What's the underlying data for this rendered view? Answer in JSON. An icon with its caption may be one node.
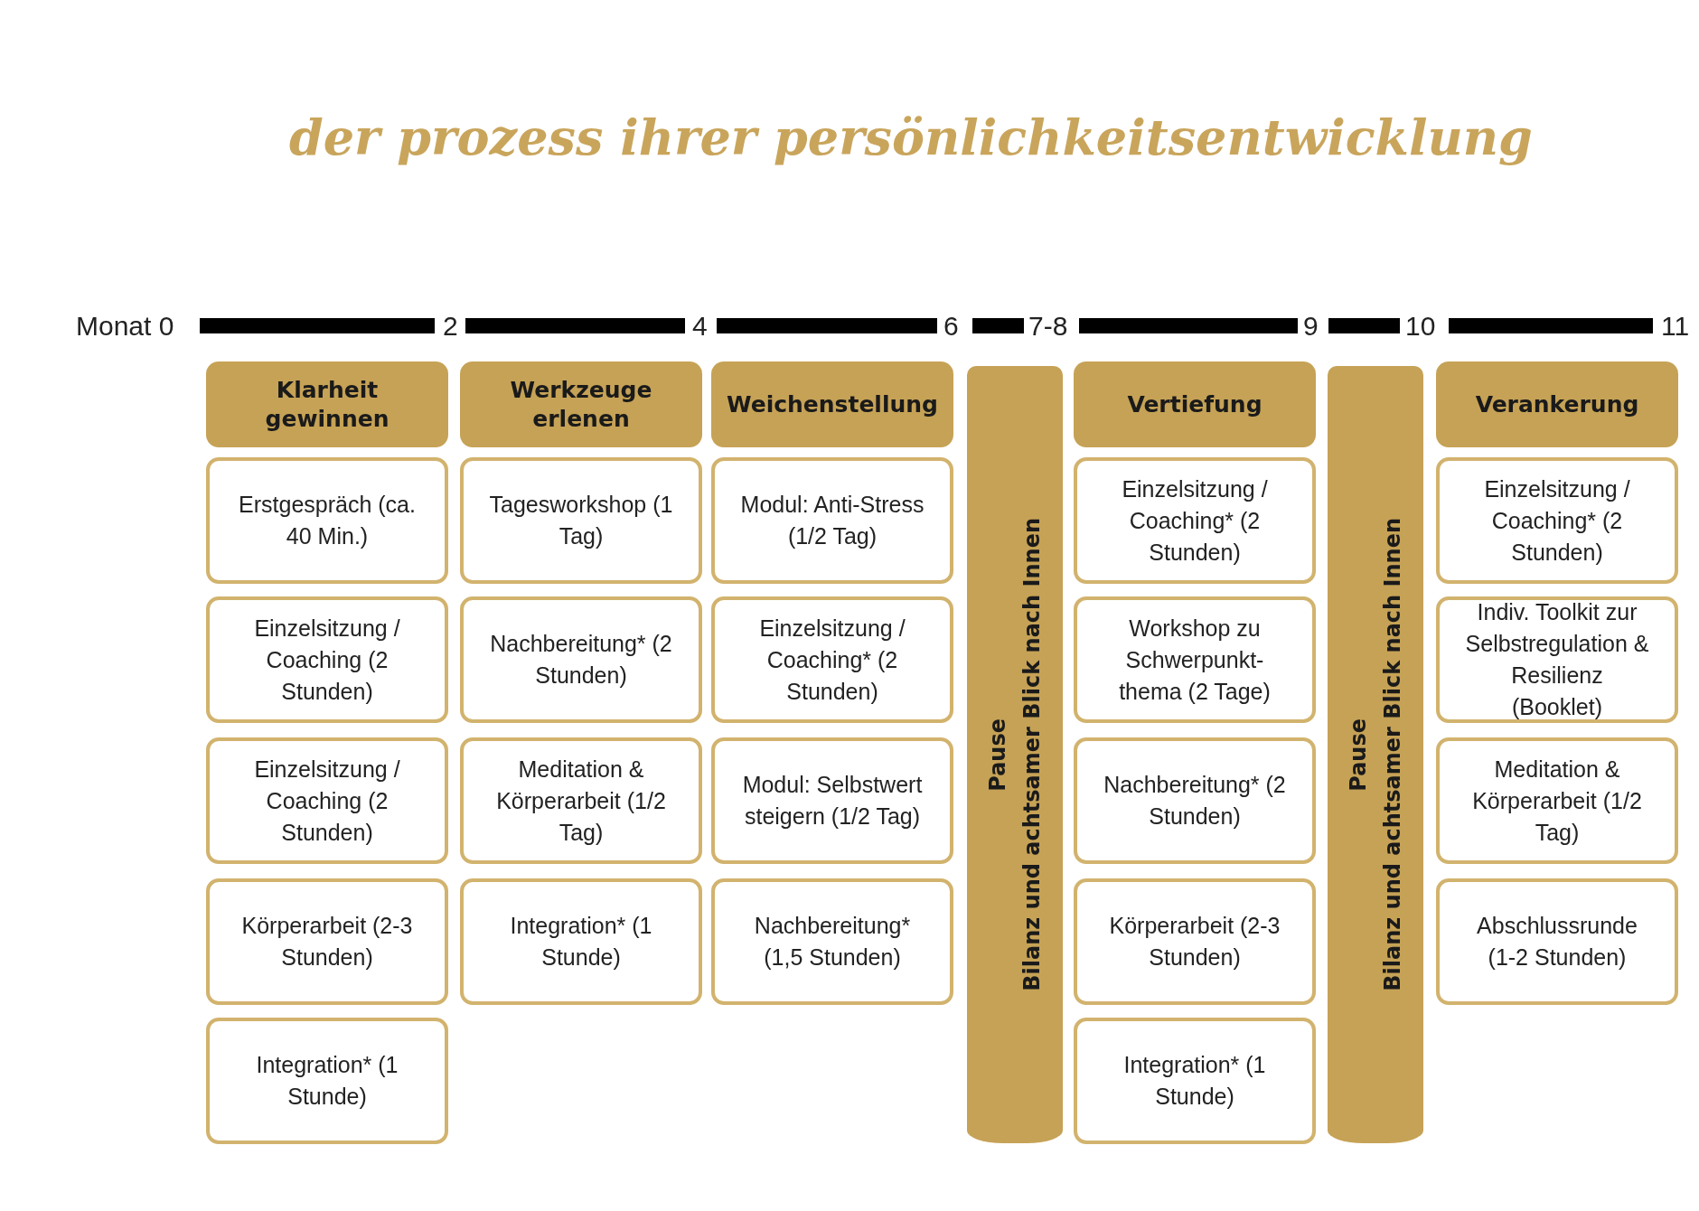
{
  "diagram": {
    "title": "der prozess ihrer persönlichkeitsentwicklung",
    "nodes": [
      {
        "text": [
          "Klarheit gewinnen"
        ]
      },
      {
        "text": [
          "Erstgespräch (ca. 40 Min.)"
        ]
      },
      {
        "text": [
          "Einzelsitzung / Coaching (2 Stunden)"
        ]
      },
      {
        "text": [
          "Einzelsitzung / Coaching (2 Stunden)"
        ]
      },
      {
        "text": [
          "Körperarbeit (2-3 Stunden)"
        ]
      },
      {
        "text": [
          "Integration* (1 Stunde)"
        ]
      },
      {
        "text": [
          "Werkzeuge erlenen"
        ]
      },
      {
        "text": [
          "Tagesworkshop (1 Tag)"
        ]
      },
      {
        "text": [
          "Nachbereitung* (2 Stunden)"
        ]
      },
      {
        "text": [
          "Meditation & Körperarbeit (1/2 Tag)"
        ]
      },
      {
        "text": [
          "Integration* (1 Stunde)"
        ]
      },
      {
        "text": [
          "Weichenstellung"
        ]
      },
      {
        "text": [
          "Modul: Anti-Stress (1/2 Tag)"
        ]
      },
      {
        "text": [
          "Einzelsitzung / Coaching* (2 Stunden)"
        ]
      },
      {
        "text": [
          "Modul: Selbstwert steigern (1/2 Tag)"
        ]
      },
      {
        "text": [
          "Nachbereitung* (1,5 Stunden)"
        ]
      },
      {
        "text": [
          "Pause",
          "Bilanz und achtsamer Blick nach Innen"
        ]
      },
      {
        "text": [
          "Vertiefung"
        ]
      },
      {
        "text": [
          "Einzelsitzung / Coaching* (2 Stunden)"
        ]
      },
      {
        "text": [
          "Workshop zu Schwerpunkt-thema (2 Tage)"
        ]
      },
      {
        "text": [
          "Nachbereitung* (2 Stunden)"
        ]
      },
      {
        "text": [
          "Körperarbeit (2-3 Stunden)"
        ]
      },
      {
        "text": [
          "Integration* (1 Stunde)"
        ]
      },
      {
        "text": [
          "Pause",
          "Bilanz und achtsamer Blick nach Innen"
        ]
      },
      {
        "text": [
          "Verankerung"
        ]
      },
      {
        "text": [
          "Einzelsitzung / Coaching* (2 Stunden)"
        ]
      },
      {
        "text": [
          "Indiv. Toolkit zur Selbstregulation & Resilienz (Booklet)"
        ]
      },
      {
        "text": [
          "Meditation & Körperarbeit (1/2 Tag)"
        ]
      },
      {
        "text": [
          "Abschlussrunde (1-2 Stunden)"
        ]
      }
    ],
    "edges": [],
    "labels": [
      "Monat 0",
      "2",
      "4",
      "6",
      "7-8",
      "9",
      "10",
      "11"
    ]
  }
}
